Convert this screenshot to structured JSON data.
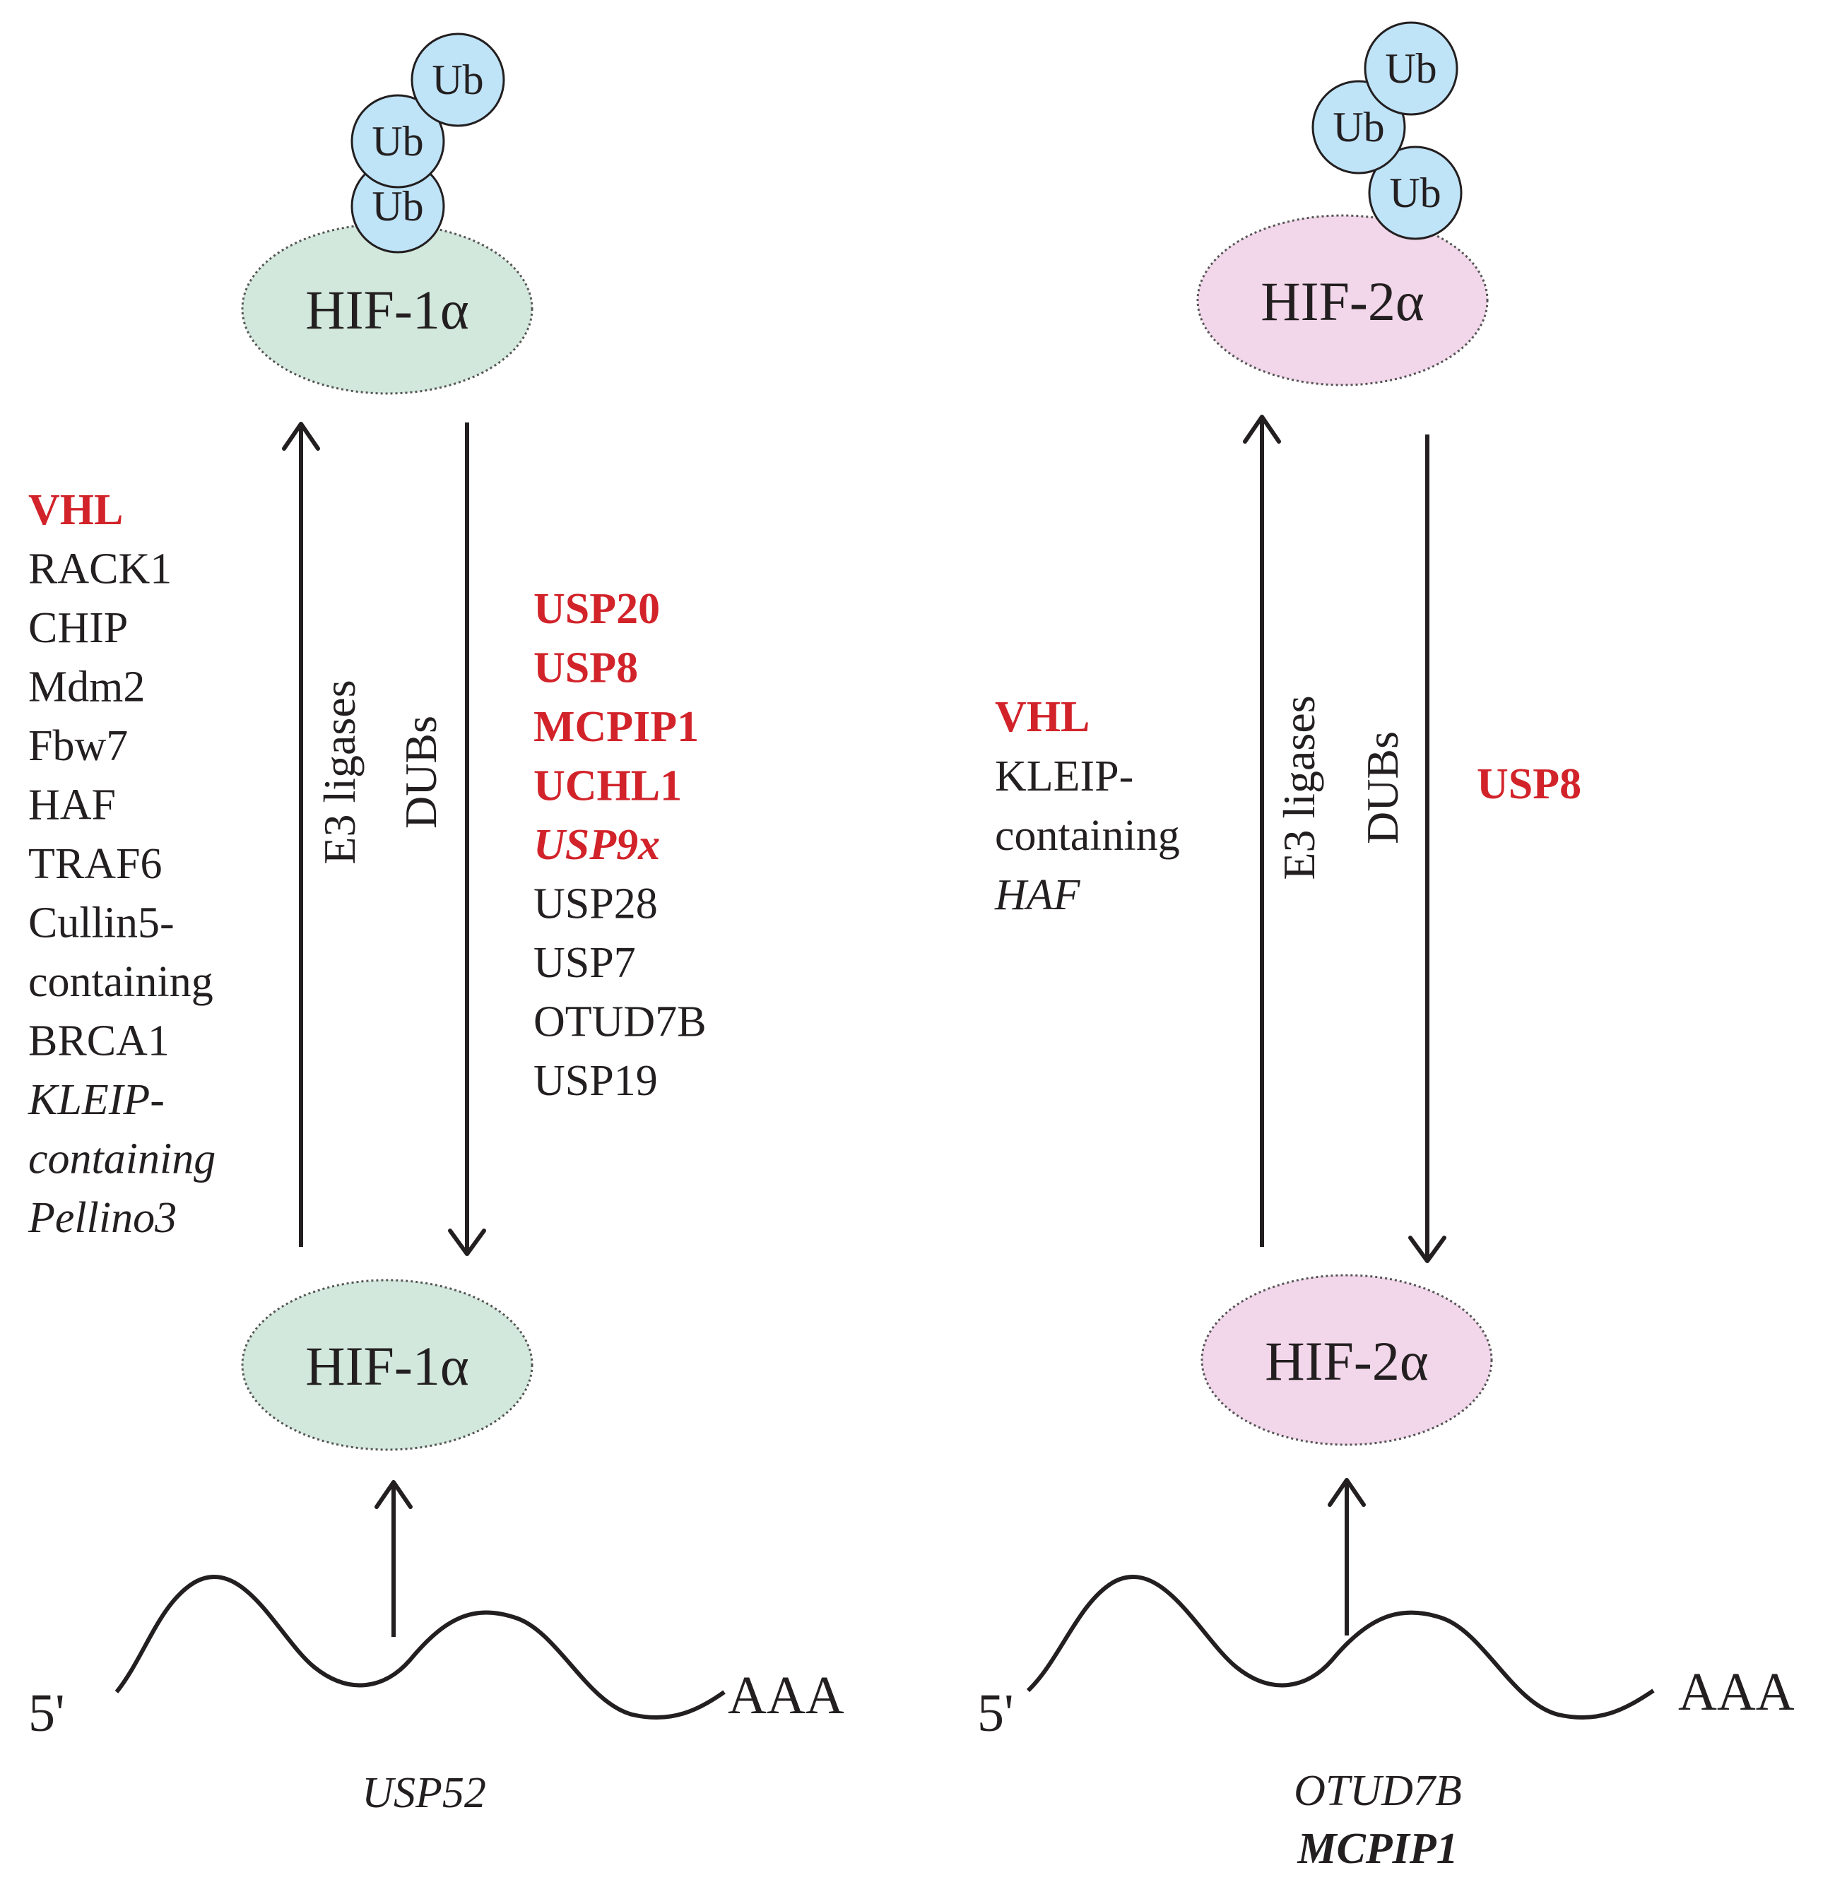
{
  "colors": {
    "hif1_fill": "#d2e8dc",
    "hif2_fill": "#f2d6ea",
    "ub_fill": "#bfe3f7",
    "highlight": "#d2232a",
    "ink": "#231f20"
  },
  "ub": {
    "label": "Ub"
  },
  "hif1": {
    "top_label": "HIF-1α",
    "bottom_label": "HIF-1α",
    "e3_axis_label": "E3 ligases",
    "dub_axis_label": "DUBs",
    "e3_ligases": [
      {
        "text": "VHL",
        "style": "red"
      },
      {
        "text": "RACK1",
        "style": "normal"
      },
      {
        "text": "CHIP",
        "style": "normal"
      },
      {
        "text": "Mdm2",
        "style": "normal"
      },
      {
        "text": "Fbw7",
        "style": "normal"
      },
      {
        "text": "HAF",
        "style": "normal"
      },
      {
        "text": "TRAF6",
        "style": "normal"
      },
      {
        "text": "Cullin5-",
        "style": "normal"
      },
      {
        "text": "containing",
        "style": "normal"
      },
      {
        "text": "BRCA1",
        "style": "normal"
      },
      {
        "text": "KLEIP-",
        "style": "italic"
      },
      {
        "text": "containing",
        "style": "italic"
      },
      {
        "text": "Pellino3",
        "style": "italic"
      }
    ],
    "dubs": [
      {
        "text": "USP20",
        "style": "red"
      },
      {
        "text": "USP8",
        "style": "red"
      },
      {
        "text": "MCPIP1",
        "style": "red"
      },
      {
        "text": "UCHL1",
        "style": "red"
      },
      {
        "text": "USP9x",
        "style": "red-italic"
      },
      {
        "text": "USP28",
        "style": "normal"
      },
      {
        "text": "USP7",
        "style": "normal"
      },
      {
        "text": "OTUD7B",
        "style": "normal"
      },
      {
        "text": "USP19",
        "style": "normal"
      }
    ],
    "mrna_5": "5'",
    "mrna_3": "AAA",
    "mrna_regulators": [
      {
        "text": "USP52",
        "style": "italic"
      }
    ]
  },
  "hif2": {
    "top_label": "HIF-2α",
    "bottom_label": "HIF-2α",
    "e3_axis_label": "E3 ligases",
    "dub_axis_label": "DUBs",
    "e3_ligases": [
      {
        "text": "VHL",
        "style": "red"
      },
      {
        "text": "KLEIP-",
        "style": "normal"
      },
      {
        "text": "containing",
        "style": "normal"
      },
      {
        "text": "HAF",
        "style": "italic"
      }
    ],
    "dubs": [
      {
        "text": "USP8",
        "style": "red"
      }
    ],
    "mrna_5": "5'",
    "mrna_3": "AAA",
    "mrna_regulators": [
      {
        "text": "OTUD7B",
        "style": "italic"
      },
      {
        "text": "MCPIP1",
        "style": "bold-italic"
      }
    ]
  }
}
